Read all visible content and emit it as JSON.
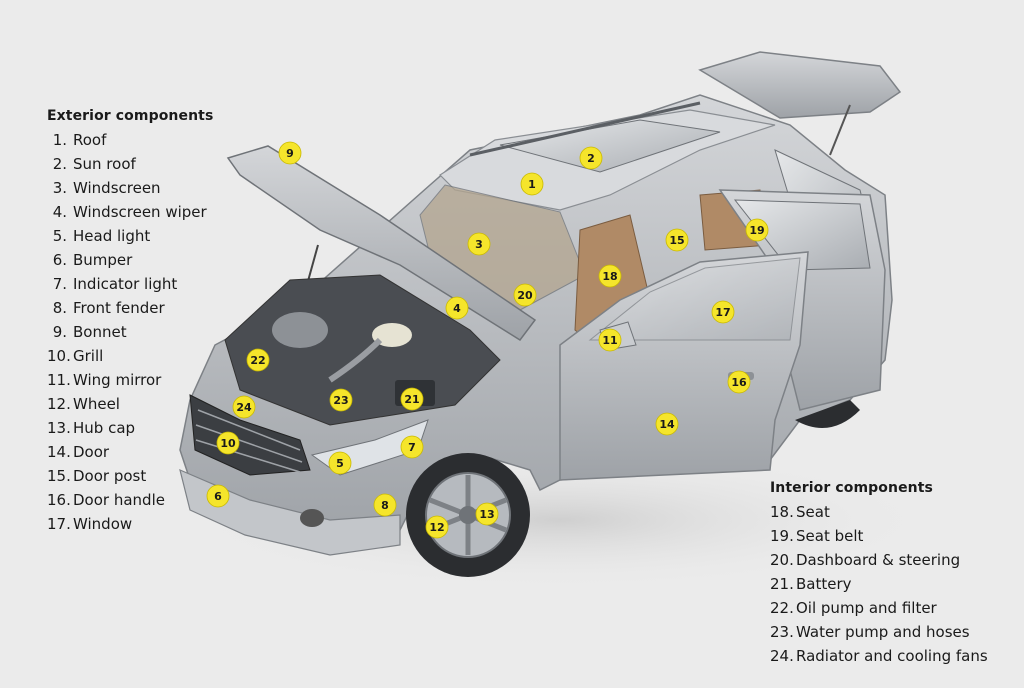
{
  "exterior": {
    "title": "Exterior components",
    "items": [
      {
        "num": "1.",
        "label": "Roof"
      },
      {
        "num": "2.",
        "label": "Sun roof"
      },
      {
        "num": "3.",
        "label": "Windscreen"
      },
      {
        "num": "4.",
        "label": "Windscreen wiper"
      },
      {
        "num": "5.",
        "label": "Head light"
      },
      {
        "num": "6.",
        "label": "Bumper"
      },
      {
        "num": "7.",
        "label": "Indicator light"
      },
      {
        "num": "8.",
        "label": "Front fender"
      },
      {
        "num": "9.",
        "label": "Bonnet"
      },
      {
        "num": "10.",
        "label": "Grill"
      },
      {
        "num": "11.",
        "label": "Wing mirror"
      },
      {
        "num": "12.",
        "label": "Wheel"
      },
      {
        "num": "13.",
        "label": "Hub cap"
      },
      {
        "num": "14.",
        "label": "Door"
      },
      {
        "num": "15.",
        "label": "Door post"
      },
      {
        "num": "16.",
        "label": "Door handle"
      },
      {
        "num": "17.",
        "label": "Window"
      }
    ]
  },
  "interior": {
    "title": "Interior components",
    "items": [
      {
        "num": "18.",
        "label": "Seat"
      },
      {
        "num": "19.",
        "label": "Seat belt"
      },
      {
        "num": "20.",
        "label": "Dashboard & steering"
      },
      {
        "num": "21.",
        "label": "Battery"
      },
      {
        "num": "22.",
        "label": "Oil pump and filter"
      },
      {
        "num": "23.",
        "label": "Water pump and hoses"
      },
      {
        "num": "24.",
        "label": "Radiator and cooling fans"
      }
    ]
  },
  "markers": [
    "1",
    "2",
    "3",
    "4",
    "5",
    "6",
    "7",
    "8",
    "9",
    "10",
    "11",
    "12",
    "13",
    "14",
    "15",
    "16",
    "17",
    "18",
    "19",
    "20",
    "21",
    "22",
    "23",
    "24"
  ],
  "colors": {
    "background": "#ebebeb",
    "marker_fill": "#f5e52b",
    "text": "#1a1a1a",
    "car_body": "#b9bcc0"
  }
}
